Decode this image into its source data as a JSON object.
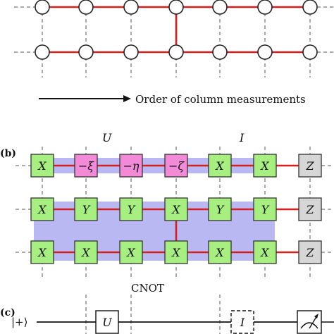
{
  "panel_a": {
    "axis_caption": "Order of column measurements"
  },
  "panel_b": {
    "tag": "(b)",
    "group_labels": [
      "U",
      "I"
    ],
    "cnot_label": "CNOT",
    "rows": [
      [
        "X",
        "−ξ",
        "−η",
        "−ζ",
        "X",
        "X",
        "Z"
      ],
      [
        "X",
        "Y",
        "Y",
        "X",
        "Y",
        "Y",
        "Z"
      ],
      [
        "X",
        "X",
        "X",
        "X",
        "X",
        "X",
        "Z"
      ]
    ],
    "box_types": [
      [
        "green",
        "pink",
        "pink",
        "pink",
        "green",
        "green",
        "grey"
      ],
      [
        "green",
        "green",
        "green",
        "green",
        "green",
        "green",
        "grey"
      ],
      [
        "green",
        "green",
        "green",
        "green",
        "green",
        "green",
        "grey"
      ]
    ],
    "colors": {
      "green": "#a8ef82",
      "pink": "#f28ad8",
      "grey": "#d6d6d6",
      "highlight": "#b9b8f2",
      "wire": "#d62020"
    }
  },
  "panel_c": {
    "tag": "(c)",
    "input_state": "|+⟩",
    "gate_u": "U",
    "gate_i": "I",
    "meter_icon": "measurement-meter-icon"
  }
}
